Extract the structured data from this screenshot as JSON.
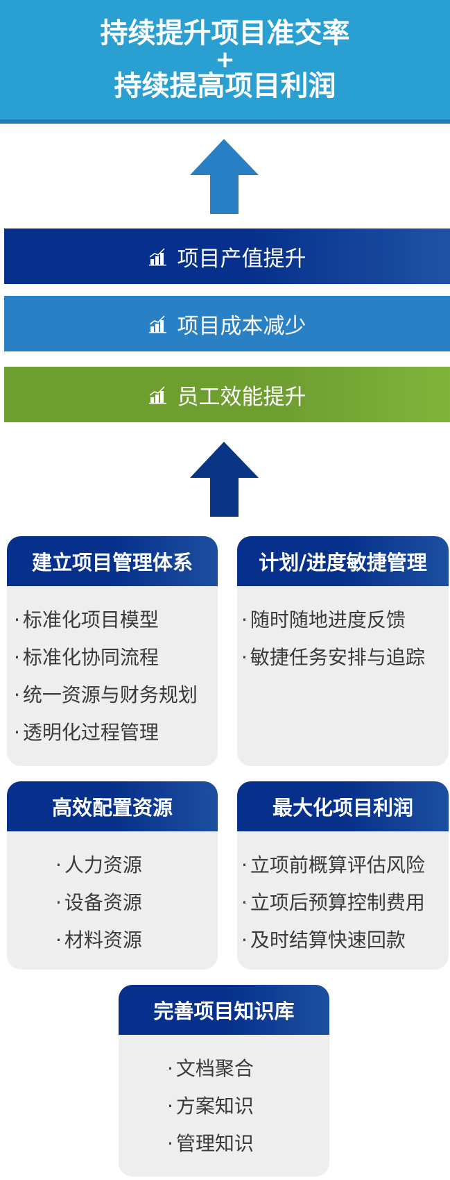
{
  "goal": {
    "line1": "持续提升项目准交率",
    "plus": "+",
    "line2": "持续提高项目利润"
  },
  "results": [
    {
      "label": "项目产值提升",
      "icon": "bar-chart-up-icon"
    },
    {
      "label": "项目成本减少",
      "icon": "bar-chart-up-icon"
    },
    {
      "label": "员工效能提升",
      "icon": "bar-chart-up-icon"
    }
  ],
  "cards": [
    {
      "title": "建立项目管理体系",
      "items": [
        "标准化项目模型",
        "标准化协同流程",
        "统一资源与财务规划",
        "透明化过程管理"
      ]
    },
    {
      "title": "计划/进度敏捷管理",
      "items": [
        "随时随地进度反馈",
        "敏捷任务安排与追踪"
      ]
    },
    {
      "title": "高效配置资源",
      "items": [
        "人力资源",
        "设备资源",
        "材料资源"
      ]
    },
    {
      "title": "最大化项目利润",
      "items": [
        "立项前概算评估风险",
        "立项后预算控制费用",
        "及时结算快速回款"
      ]
    },
    {
      "title": "完善项目知识库",
      "items": [
        "文档聚合",
        "方案知识",
        "管理知识"
      ]
    }
  ],
  "colors": {
    "goal": "#2aa0d2",
    "bar1": "#06308b",
    "bar2": "#2a80c4",
    "bar3": "#6e9d30",
    "arrow1": "#2a80c4",
    "arrow2": "#0a3584"
  }
}
